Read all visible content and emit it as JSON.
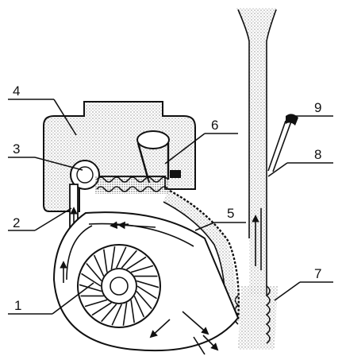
{
  "figure": {
    "labels": [
      {
        "id": "1",
        "text": "1",
        "part": "fan-impeller"
      },
      {
        "id": "2",
        "text": "2",
        "part": "metering-gate"
      },
      {
        "id": "3",
        "text": "3",
        "part": "feed-roller"
      },
      {
        "id": "4",
        "text": "4",
        "part": "seed-hopper"
      },
      {
        "id": "5",
        "text": "5",
        "part": "seed-tube"
      },
      {
        "id": "6",
        "text": "6",
        "part": "hopper-outlet"
      },
      {
        "id": "7",
        "text": "7",
        "part": "corrugated-section"
      },
      {
        "id": "8",
        "text": "8",
        "part": "vertical-conveying-pipe"
      },
      {
        "id": "9",
        "text": "9",
        "part": "adjuster-handle"
      }
    ],
    "colors": {
      "ink": "#111111",
      "stipple": "#8a8a8a",
      "background": "#ffffff"
    }
  }
}
